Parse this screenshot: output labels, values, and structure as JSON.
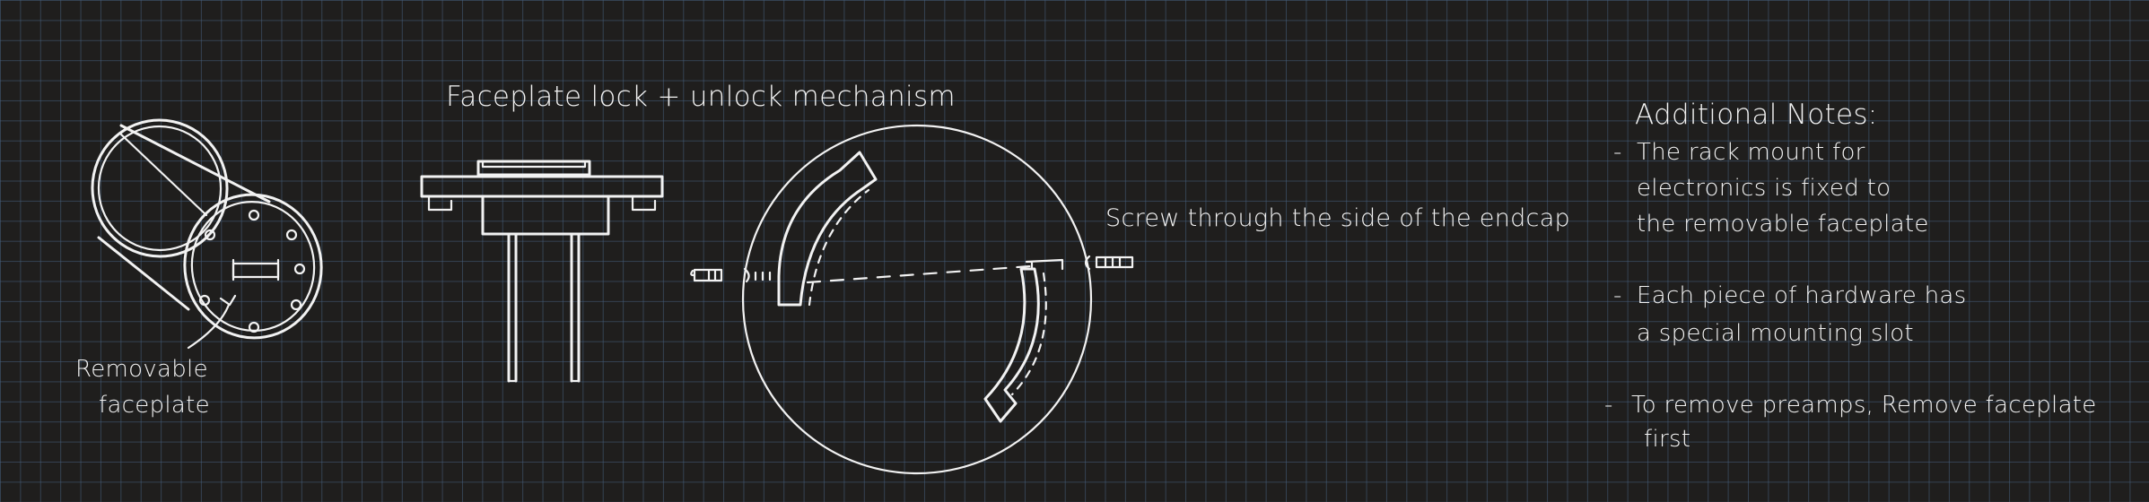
{
  "labels": {
    "removable_faceplate_line1": "Removable",
    "removable_faceplate_line2": "faceplate",
    "mechanism_title": "Faceplate lock + unlock mechanism",
    "screw_note": "Screw through the side of the endcap"
  },
  "notes": {
    "heading": "Additional Notes:",
    "items": [
      {
        "bullet": "-",
        "line1": "The rack mount for",
        "line2": "electronics is fixed to",
        "line3": "the removable faceplate"
      },
      {
        "bullet": "-",
        "line1": "Each piece of hardware has",
        "line2": "a special mounting slot"
      },
      {
        "bullet": "-",
        "line1": "To remove preamps, Remove faceplate",
        "line2": "first"
      }
    ]
  },
  "colors": {
    "background": "#1f1e1d",
    "grid": "#465f7d",
    "ink": "#f2f2f2"
  }
}
